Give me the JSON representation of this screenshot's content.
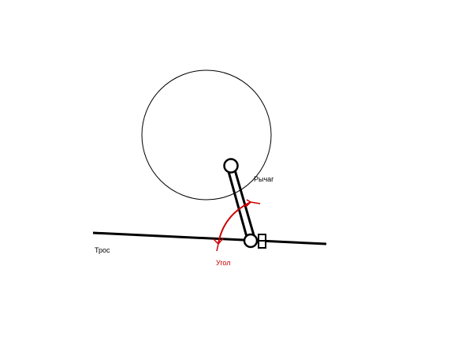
{
  "labels": {
    "lever": "Рычаг",
    "cable": "Трос",
    "angle": "Угол"
  },
  "colors": {
    "ink": "#000000",
    "angle": "#cc0000",
    "background": "#ffffff"
  }
}
